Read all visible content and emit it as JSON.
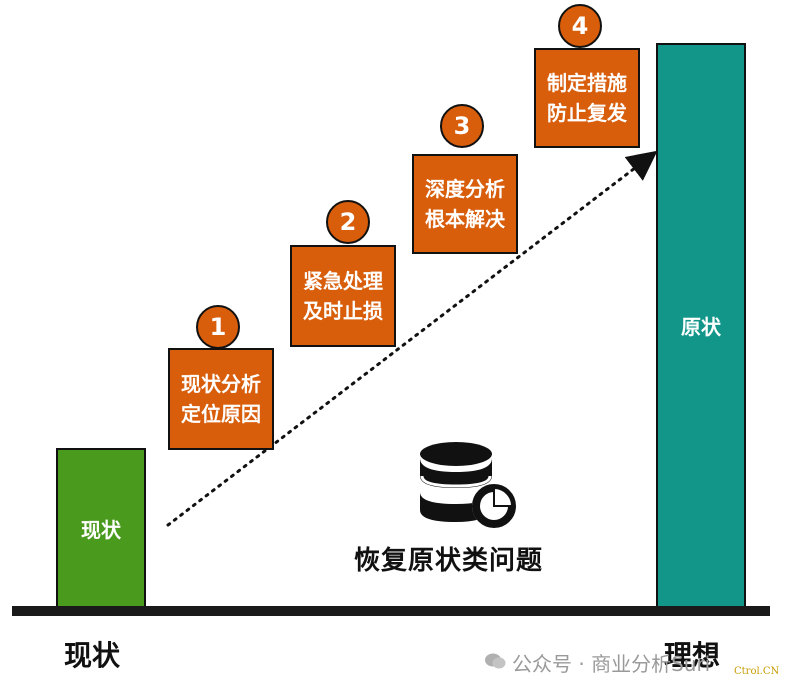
{
  "bars": {
    "left_label": "现状",
    "right_label": "原状"
  },
  "steps": [
    {
      "number": "1",
      "line1": "现状分析",
      "line2": "定位原因"
    },
    {
      "number": "2",
      "line1": "紧急处理",
      "line2": "及时止损"
    },
    {
      "number": "3",
      "line1": "深度分析",
      "line2": "根本解决"
    },
    {
      "number": "4",
      "line1": "制定措施",
      "line2": "防止复发"
    }
  ],
  "caption": "恢复原状类问题",
  "bottom": {
    "left": "现状",
    "right": "理想"
  },
  "watermark": "公众号 · 商业分析Suri",
  "site": "Ctrol.CN",
  "colors": {
    "green": "#4a9a1e",
    "teal": "#12968a",
    "orange": "#d85e0c",
    "dark": "#111111"
  }
}
